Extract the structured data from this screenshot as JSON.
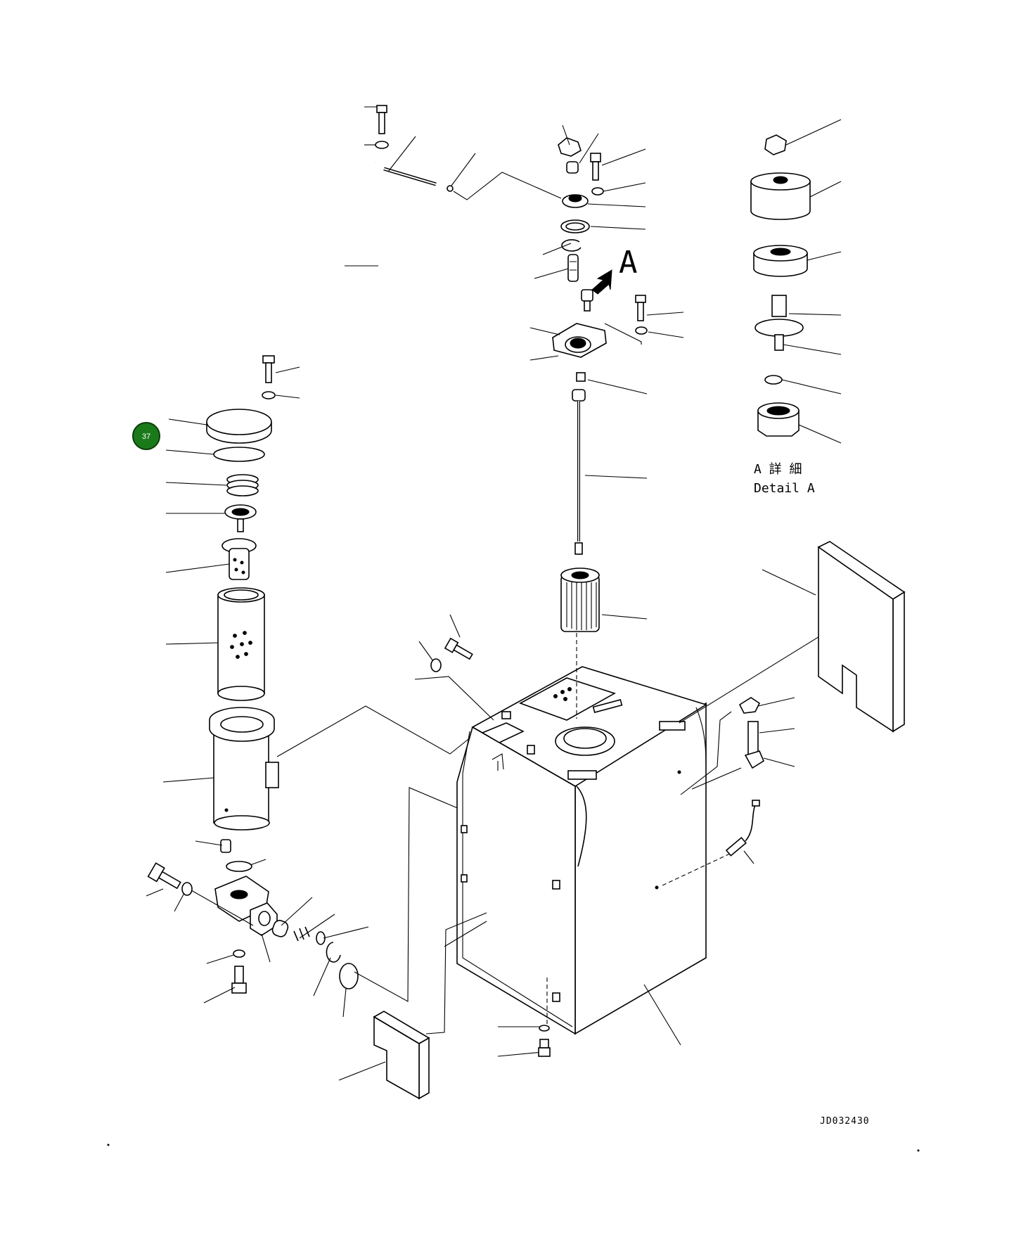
{
  "diagram": {
    "detail_arrow_letter": "A",
    "detail_caption_jp": "A 詳 細",
    "detail_caption_en": "Detail A",
    "drawing_code": "JD032430"
  },
  "callouts": [
    {
      "number": "37",
      "color": "#1a7a1a"
    }
  ]
}
